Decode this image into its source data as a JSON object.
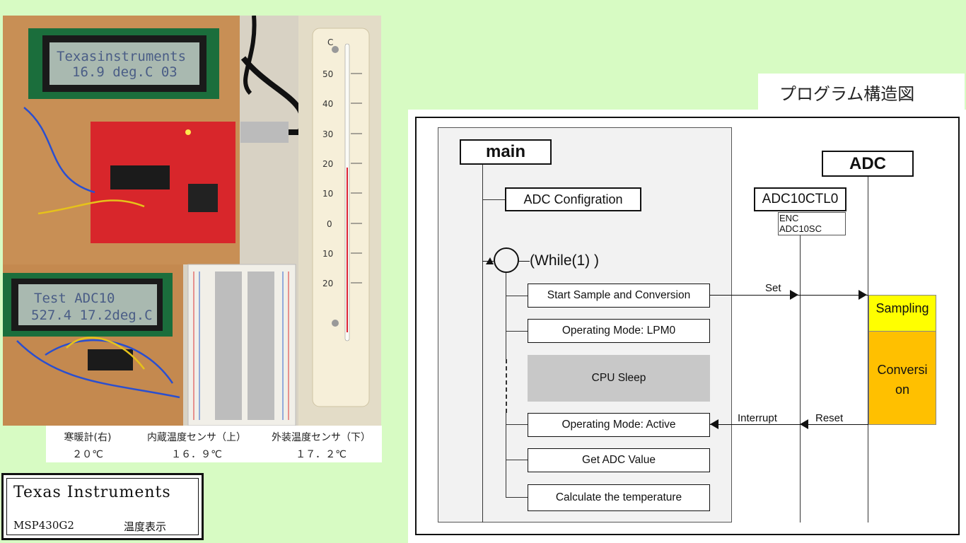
{
  "photo": {
    "lcd1": {
      "line1": "Texasinstruments",
      "line2": "16.9 deg.C  03"
    },
    "lcd2": {
      "line1": "Test ADC10",
      "line2": "527.4  17.2deg.C"
    },
    "thermometer": {
      "scale_unit": "C",
      "ticks": [
        "50",
        "40",
        "30",
        "20",
        "10",
        "0",
        "10",
        "20"
      ]
    }
  },
  "caption": {
    "items": [
      {
        "label": "寒暖計(右)",
        "value": "２０℃"
      },
      {
        "label": "内蔵温度センサ（上）",
        "value": "１６．９℃"
      },
      {
        "label": "外装温度センサ（下）",
        "value": "１７．２℃"
      }
    ]
  },
  "ti": {
    "brand": "Texas Instruments",
    "model": "MSP430G2",
    "label": "温度表示"
  },
  "diagram": {
    "title": "プログラム構造図",
    "main_label": "main",
    "adc_label": "ADC",
    "register": {
      "name": "ADC10CTL0",
      "bit1": "ENC",
      "bit2": "ADC10SC"
    },
    "loop_label": "(While(1) )",
    "steps": {
      "config": "ADC Configration",
      "start": "Start Sample and Conversion",
      "lpm0": "Operating Mode: LPM0",
      "sleep": "CPU Sleep",
      "active": "Operating Mode: Active",
      "get": "Get ADC Value",
      "calc": "Calculate the temperature"
    },
    "arrows": {
      "set": "Set",
      "interrupt": "Interrupt",
      "reset": "Reset"
    },
    "phases": {
      "sampling": "Sampling",
      "conversion": "Conversi\non"
    },
    "colors": {
      "sampling": "#ffff00",
      "conversion": "#ffc000",
      "sleep": "#c8c8c8",
      "background": "#d7fbc3"
    }
  }
}
